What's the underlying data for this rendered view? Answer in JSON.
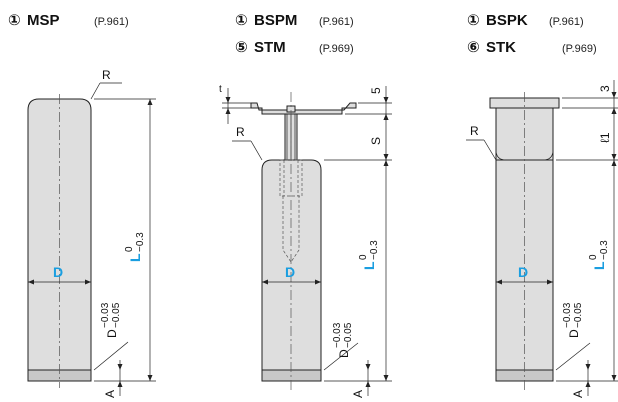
{
  "headers": {
    "msp": {
      "num": "①",
      "code": "MSP",
      "page": "(P.961)"
    },
    "bspm": {
      "num": "①",
      "code": "BSPM",
      "page": "(P.961)"
    },
    "stm": {
      "num": "⑤",
      "code": "STM",
      "page": "(P.969)"
    },
    "bspk": {
      "num": "①",
      "code": "BSPK",
      "page": "(P.961)"
    },
    "stk": {
      "num": "⑥",
      "code": "STK",
      "page": "(P.969)"
    }
  },
  "labels": {
    "radius": "R",
    "diameter": "D",
    "length": "L",
    "length_tol_upper": "0",
    "length_tol_lower": "−0.3",
    "dia_tol_upper": "−0.03",
    "dia_tol_lower": "−0.05",
    "chamfer": "A",
    "thickness": "t",
    "head_height": "5",
    "stroke": "S",
    "head_height_k": "3",
    "collar_length": "ℓ1"
  },
  "colors": {
    "accent": "#1a9ee0",
    "body": "#dedede",
    "line": "#222222"
  }
}
